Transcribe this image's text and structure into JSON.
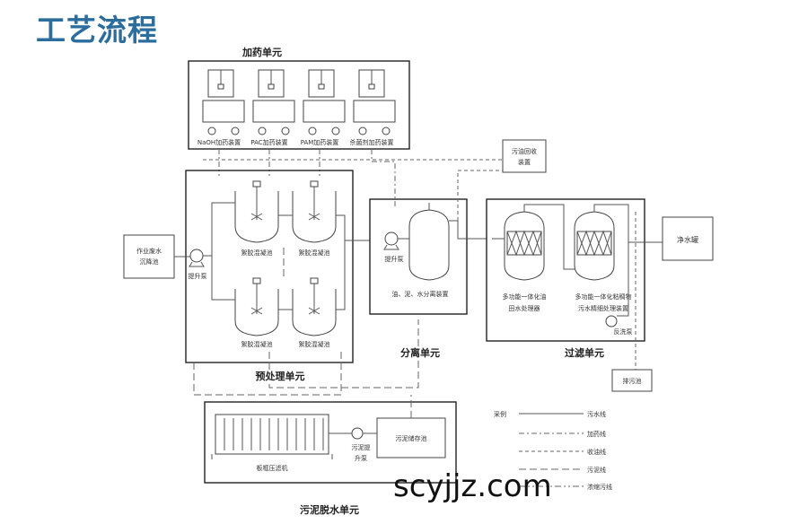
{
  "page_title": "工艺流程",
  "watermark": "scyjjz.com",
  "units": {
    "dosing": "加药单元",
    "pretreatment": "预处理单元",
    "separation": "分离单元",
    "filtration": "过滤单元",
    "dewatering": "污泥脱水单元"
  },
  "dosing_devices": [
    "NaOH加药装置",
    "PAC加药装置",
    "PAM加药装置",
    "杀菌剂加药装置"
  ],
  "pretreatment": {
    "tanks": [
      "絮胶混凝池",
      "絮胶混凝池",
      "絮胶混凝池",
      "絮胶混凝池"
    ],
    "pump": "提升泵"
  },
  "source_tank": [
    "作业废水",
    "沉降池"
  ],
  "oil_recovery": [
    "污油回收",
    "装置"
  ],
  "separation": {
    "pump": "提升泵",
    "vessel": "油、泥、水分离装置"
  },
  "filtration": {
    "device1": [
      "多功能一体化油",
      "田水处理器"
    ],
    "device2": [
      "多功能一体化粘稠物",
      "污水精细处理装置"
    ],
    "pump": "反洗泵"
  },
  "clean_tank": "净水罐",
  "discharge_tank": "排污池",
  "dewatering": {
    "press": "板框压滤机",
    "pump": [
      "污泥提",
      "升泵"
    ],
    "storage": "污泥储存池"
  },
  "legend": {
    "title": "采例",
    "items": [
      "污水线",
      "加药线",
      "收油线",
      "污泥线",
      "浓缩污线"
    ]
  }
}
